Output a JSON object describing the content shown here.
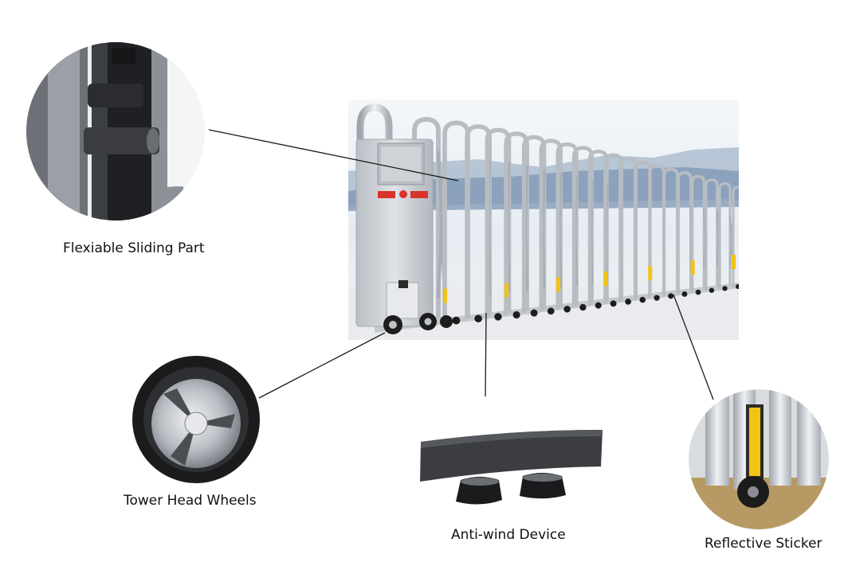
{
  "captions": {
    "sliding_part": "Flexiable Sliding Part",
    "wheels": "Tower Head Wheels",
    "anti_wind": "Anti-wind Device",
    "sticker": "Reflective Sticker"
  },
  "colors": {
    "background": "#ffffff",
    "sky": "#e8eef4",
    "mountain": "#7d95b3",
    "aluminum": "#c9cdd3",
    "reflector_yellow": "#f2c414",
    "wheel_black": "#1b1b1b"
  }
}
